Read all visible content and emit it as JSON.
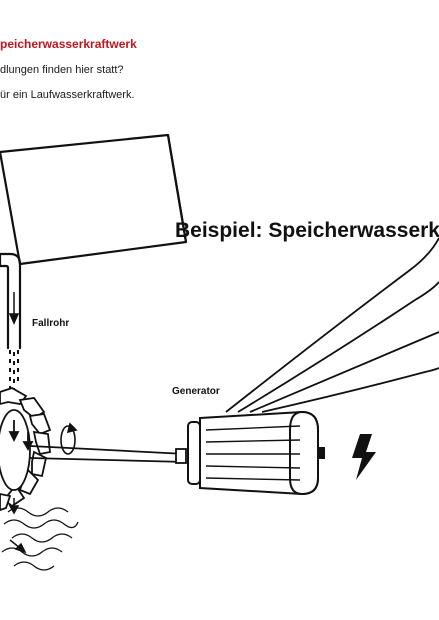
{
  "text": {
    "heading": "peicherwasserkraftwerk",
    "line1": "dlungen finden hier statt?",
    "line2": "ür ein Laufwasserkraftwerk.",
    "diagram_title": "Beispiel: Speicherwasserkraftw",
    "label_fallrohr": "Fallrohr",
    "label_generator": "Generator"
  },
  "colors": {
    "heading": "#c0161f",
    "ink": "#111111"
  },
  "icons": [
    "lightning-icon",
    "rotation-arrow-icon",
    "down-arrow-icon"
  ]
}
